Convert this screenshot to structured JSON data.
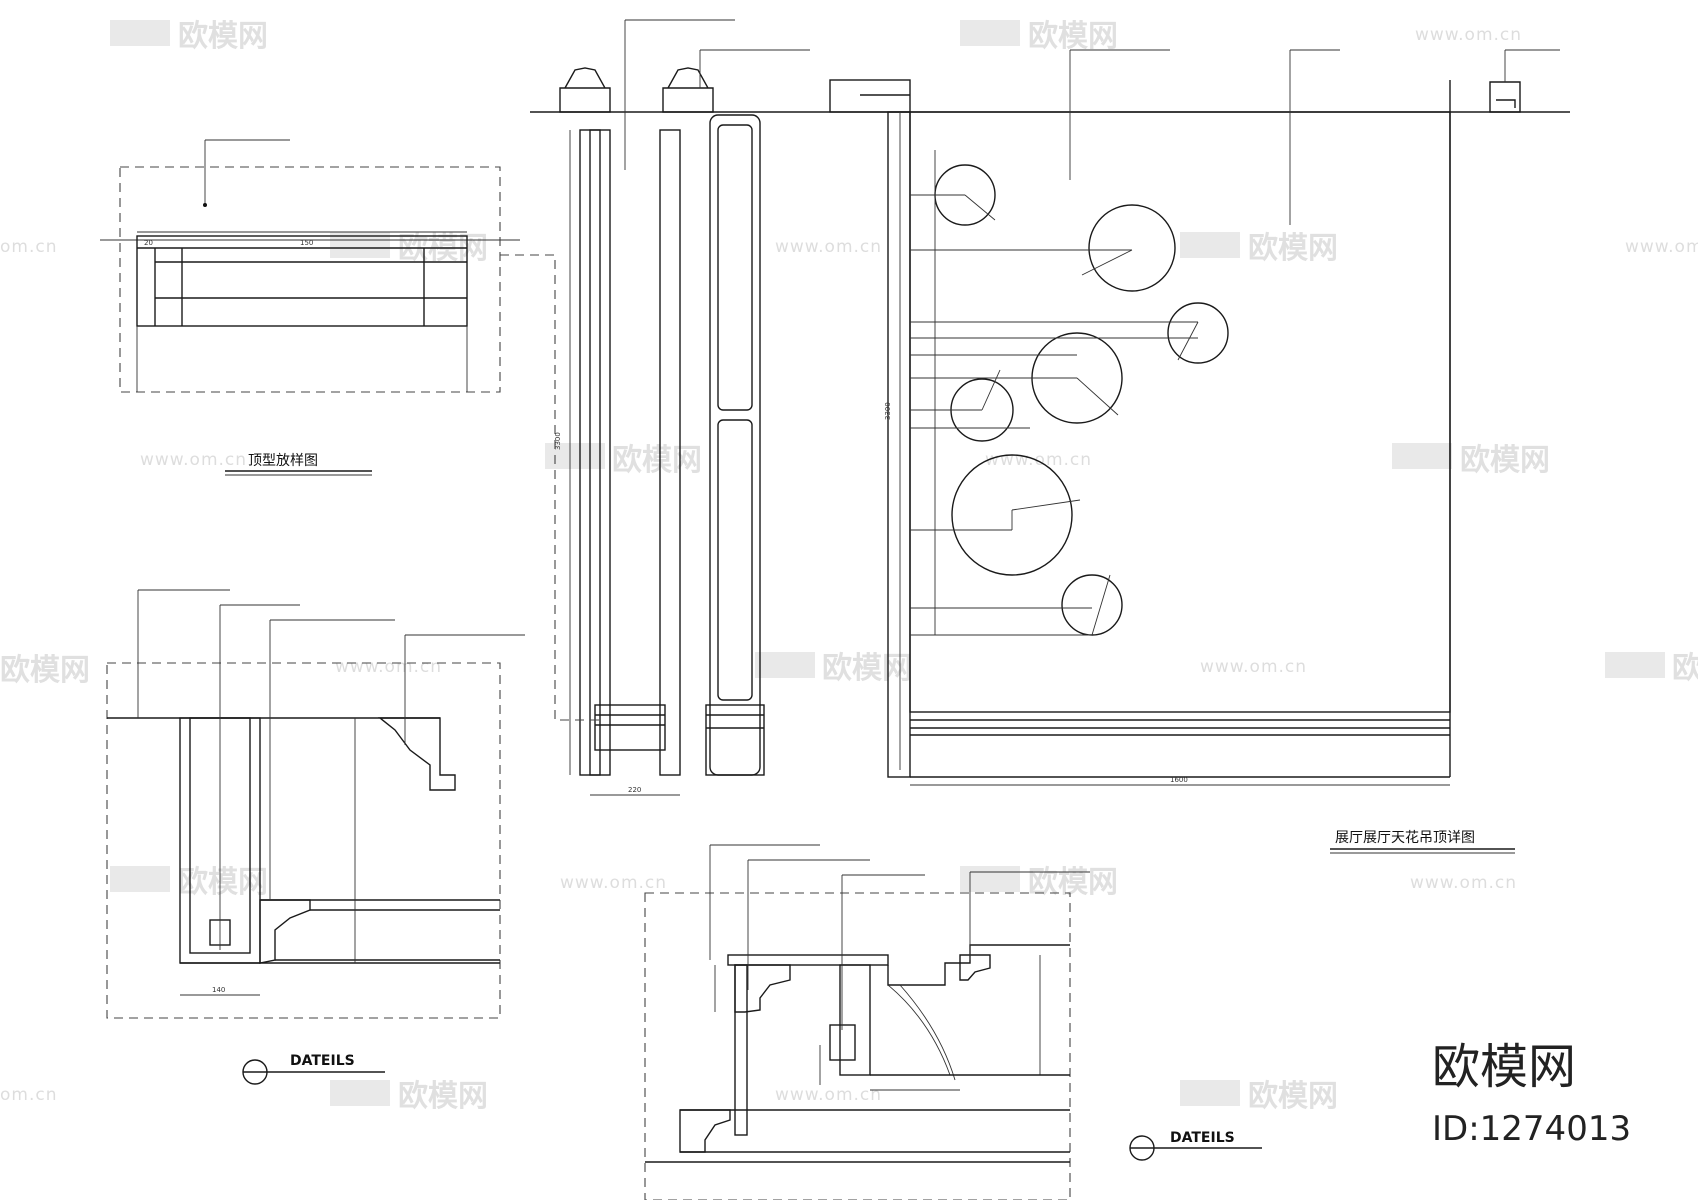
{
  "brand": {
    "name": "欧模网",
    "id": "ID:1274013"
  },
  "watermark": {
    "name": "欧模网",
    "url": "www.om.cn",
    "url_short": "om.cn"
  },
  "views": {
    "molding_profile": {
      "title": "顶型放样图"
    },
    "ceiling_detail": {
      "title": "展厅展厅天花吊顶详图"
    },
    "detail_b": {
      "title": "DATEILS"
    },
    "detail_c": {
      "title": "DATEILS"
    }
  },
  "dimensions": {
    "col_height": "3300",
    "wall_height": "3300",
    "wall_width": "1600",
    "base_width": "220",
    "base_width2": "140",
    "profile_top": "150",
    "profile_side": "20"
  }
}
